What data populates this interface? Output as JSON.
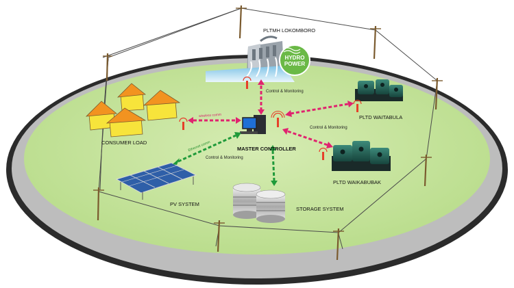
{
  "diagram": {
    "nodes": {
      "hydro": "PLTMH LOKOMBORO",
      "hydro_badge": [
        "HYDRO",
        "POWER"
      ],
      "waitabula": "PLTD WAITABULA",
      "waikabubak": "PLTD WAIKABUBAK",
      "consumer": "CONSUMER LOAD",
      "master": "MASTER CONTROLLER",
      "pv": "PV SYSTEM",
      "storage": "STORAGE SYSTEM"
    },
    "links": {
      "hydro_master": "Control & Monitoring",
      "waitabula_master": "Control & Monitoring",
      "pv_master": "Control & Monitoring",
      "consumer_wireless": "wireless comm",
      "pv_ethernet": "Ethernet comm"
    },
    "colors": {
      "ground": "#c5e39c",
      "ring_outer": "#2b2b2b",
      "ring_inner": "#b8b8b8",
      "link_pink": "#e0236f",
      "link_green": "#1f9a3a",
      "hydro_badge": "#6ab946",
      "house_wall": "#f7e43b",
      "house_roof": "#f29320"
    }
  }
}
